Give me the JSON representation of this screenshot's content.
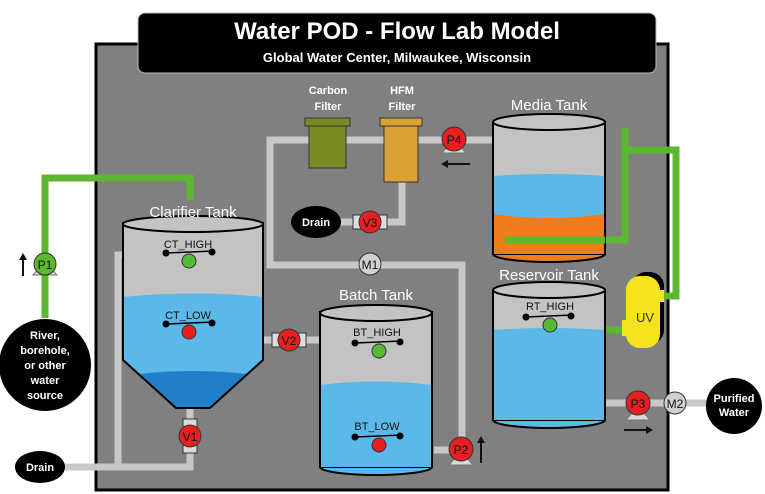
{
  "header": {
    "title": "Water POD - Flow Lab Model",
    "subtitle": "Global Water Center, Milwaukee, Wisconsin"
  },
  "colors": {
    "panel": "#808080",
    "pipe": "#c8c8c8",
    "inlet_pipe": "#5cb82e",
    "water": "#5bb8e8",
    "water_deep": "#1f7fc9",
    "tank_empty": "#c3c3c3",
    "media": "#f07d1a",
    "carbon_filter": "#7a8a25",
    "hfm_filter": "#dca035",
    "uv": "#f5e41c",
    "active": "#e62020",
    "sensor_ok": "#58b83a",
    "meter": "#d0d0d0"
  },
  "tanks": {
    "clarifier": {
      "label": "Clarifier Tank",
      "fill_level": 0.55
    },
    "batch": {
      "label": "Batch Tank",
      "fill_level": 0.55
    },
    "media": {
      "label": "Media Tank",
      "fill_level": 0.55
    },
    "reservoir": {
      "label": "Reservoir Tank",
      "fill_level": 0.8
    }
  },
  "sensors": {
    "ct_high": {
      "label": "CT_HIGH",
      "state": "ok"
    },
    "ct_low": {
      "label": "CT_LOW",
      "state": "alarm"
    },
    "bt_high": {
      "label": "BT_HIGH",
      "state": "ok"
    },
    "bt_low": {
      "label": "BT_LOW",
      "state": "alarm"
    },
    "rt_high": {
      "label": "RT_HIGH",
      "state": "ok"
    }
  },
  "filters": {
    "carbon": {
      "label_line1": "Carbon",
      "label_line2": "Filter"
    },
    "hfm": {
      "label_line1": "HFM",
      "label_line2": "Filter"
    }
  },
  "pumps": {
    "p1": {
      "label": "P1",
      "state": "on",
      "direction": "up"
    },
    "p2": {
      "label": "P2",
      "state": "off",
      "direction": "up"
    },
    "p3": {
      "label": "P3",
      "state": "off",
      "direction": "right"
    },
    "p4": {
      "label": "P4",
      "state": "off",
      "direction": "left"
    }
  },
  "valves": {
    "v1": {
      "label": "V1",
      "state": "closed"
    },
    "v2": {
      "label": "V2",
      "state": "closed"
    },
    "v3": {
      "label": "V3",
      "state": "closed"
    }
  },
  "meters": {
    "m1": {
      "label": "M1"
    },
    "m2": {
      "label": "M2"
    }
  },
  "uv": {
    "label": "UV"
  },
  "endpoints": {
    "source": {
      "lines": [
        "River,",
        "borehole,",
        "or other",
        "water",
        "source"
      ]
    },
    "drain_main": {
      "label": "Drain"
    },
    "drain_filter": {
      "label": "Drain"
    },
    "purified": {
      "lines": [
        "Purified",
        "Water"
      ]
    }
  }
}
